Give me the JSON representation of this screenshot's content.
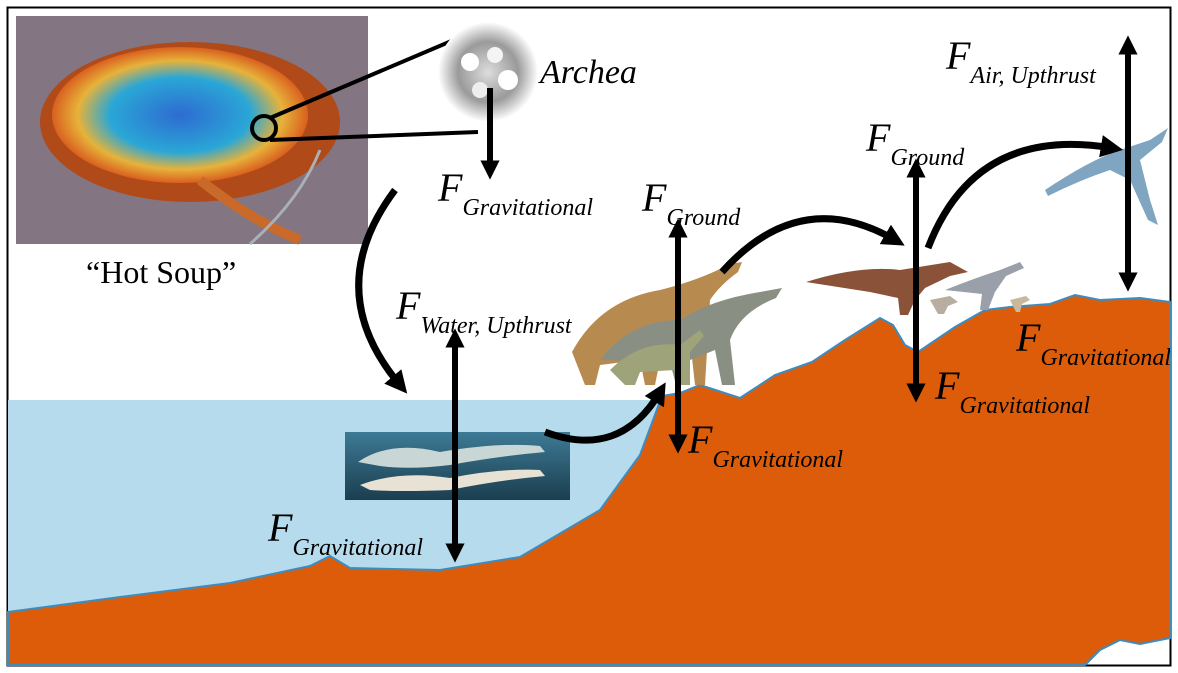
{
  "caption_hot_soup": "“Hot Soup”",
  "label_archea": "Archea",
  "force_symbol": "F",
  "forces": {
    "archea_gravity": "Gravitational",
    "water_upthrust": "Water, Upthrust",
    "sea_gravity": "Gravitational",
    "ground_1": "Ground",
    "dino_gravity_1": "Gravitational",
    "ground_2": "Ground",
    "dino_gravity_2": "Gravitational",
    "air_upthrust": "Air, Upthrust",
    "bird_gravity": "Gravitational"
  },
  "colors": {
    "land": "#dd5c0a",
    "water": "#b6dbec",
    "shore_line": "#3d8cc0",
    "arrow": "#000000",
    "frame": "#000000"
  },
  "icons": [
    "hot-spring-photo",
    "archea-microbe-image",
    "plesiosaur-image",
    "sauropod-image",
    "raptor-image",
    "pterosaur-image"
  ]
}
